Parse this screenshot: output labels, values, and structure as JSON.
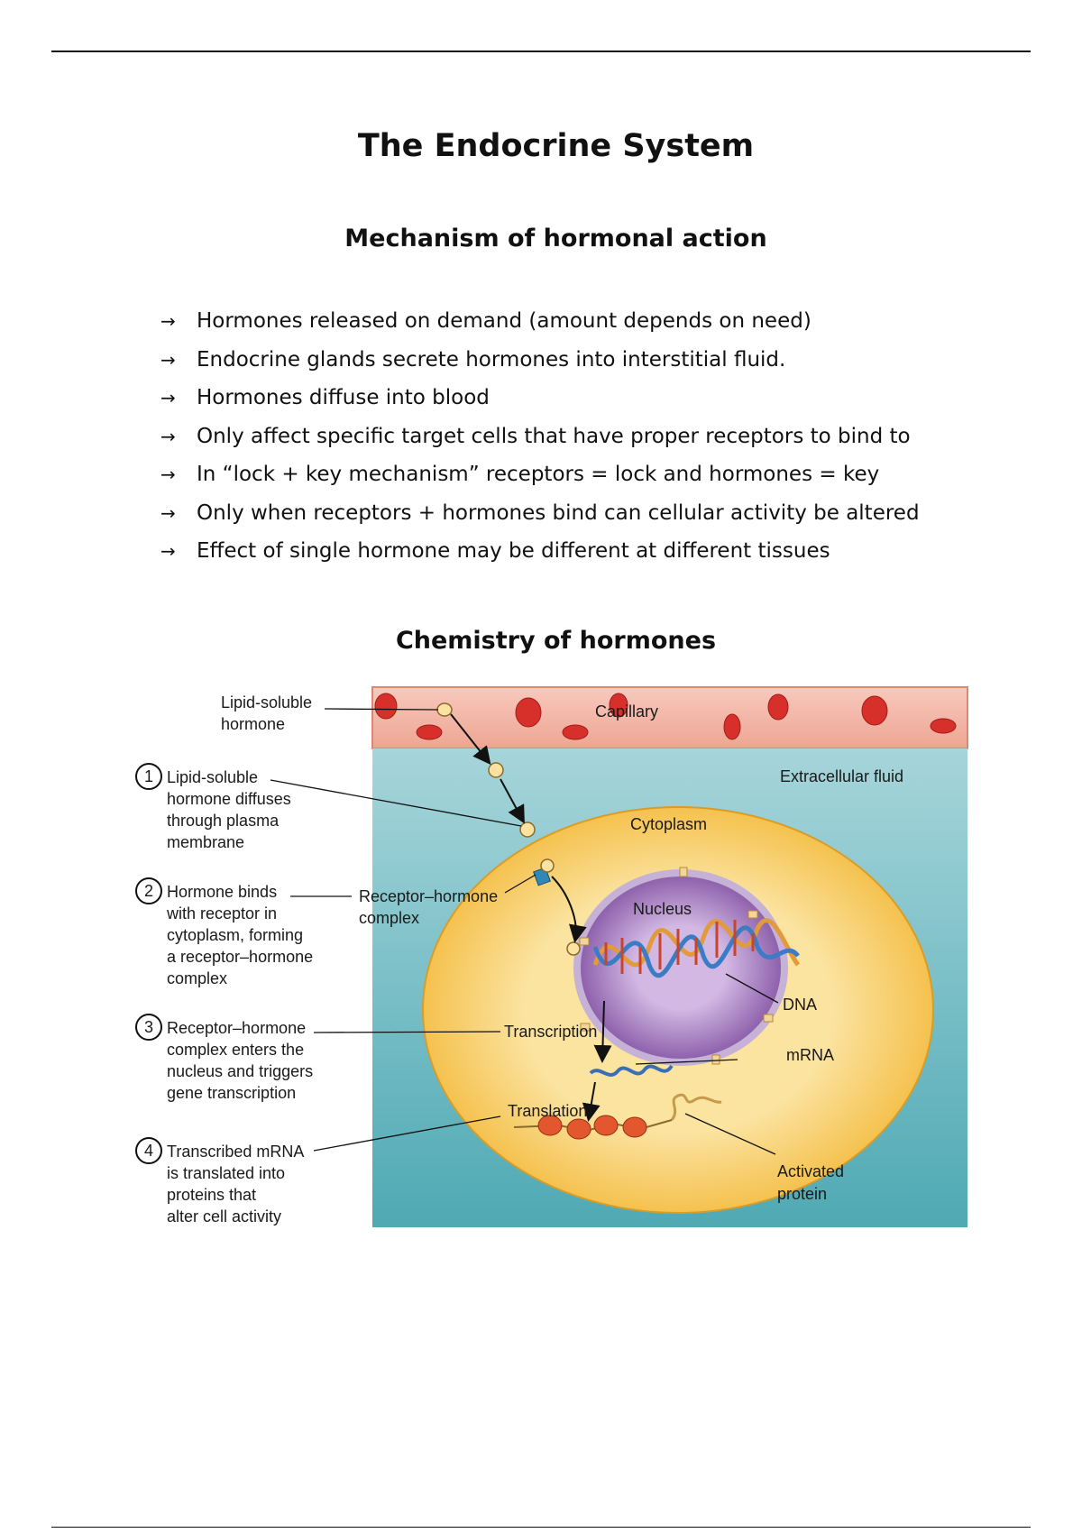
{
  "title": "The Endocrine System",
  "mechanism": {
    "heading": "Mechanism of hormonal action",
    "bullet_glyph": "→",
    "bullets": [
      "Hormones released on demand (amount depends on need)",
      "Endocrine glands secrete hormones into interstitial fluid.",
      "Hormones diffuse into blood",
      "Only affect specific target cells that have proper receptors to bind to",
      "In “lock + key mechanism” receptors = lock and hormones = key",
      "Only when receptors + hormones bind can cellular activity be altered",
      "Effect of single hormone may be different at different tissues"
    ]
  },
  "chemistry": {
    "heading": "Chemistry of hormones",
    "figure": {
      "labels": {
        "lipid_hormone": [
          "Lipid-soluble",
          "hormone"
        ],
        "capillary": "Capillary",
        "extracellular": "Extracellular fluid",
        "cytoplasm": "Cytoplasm",
        "receptor_complex": [
          "Receptor–hormone",
          "complex"
        ],
        "nucleus": "Nucleus",
        "dna": "DNA",
        "transcription": "Transcription",
        "mrna": "mRNA",
        "translation": "Translation",
        "activated_protein": [
          "Activated",
          "protein"
        ]
      },
      "steps": [
        {
          "number": "1",
          "lines": [
            "Lipid-soluble",
            "hormone diffuses",
            "through plasma",
            "membrane"
          ]
        },
        {
          "number": "2",
          "lines": [
            "Hormone binds",
            "with receptor in",
            "cytoplasm, forming",
            "a receptor–hormone",
            "complex"
          ]
        },
        {
          "number": "3",
          "lines": [
            "Receptor–hormone",
            "complex enters the",
            "nucleus and triggers",
            "gene transcription"
          ]
        },
        {
          "number": "4",
          "lines": [
            "Transcribed mRNA",
            "is translated into",
            "proteins that",
            "alter cell activity"
          ]
        }
      ],
      "colors": {
        "capillary": "#f3b7a8",
        "blood_cell": "#d7302b",
        "extracellular": "#7cc0c8",
        "cytoplasm": "#f6c54e",
        "nucleus": "#9462b0"
      }
    }
  }
}
